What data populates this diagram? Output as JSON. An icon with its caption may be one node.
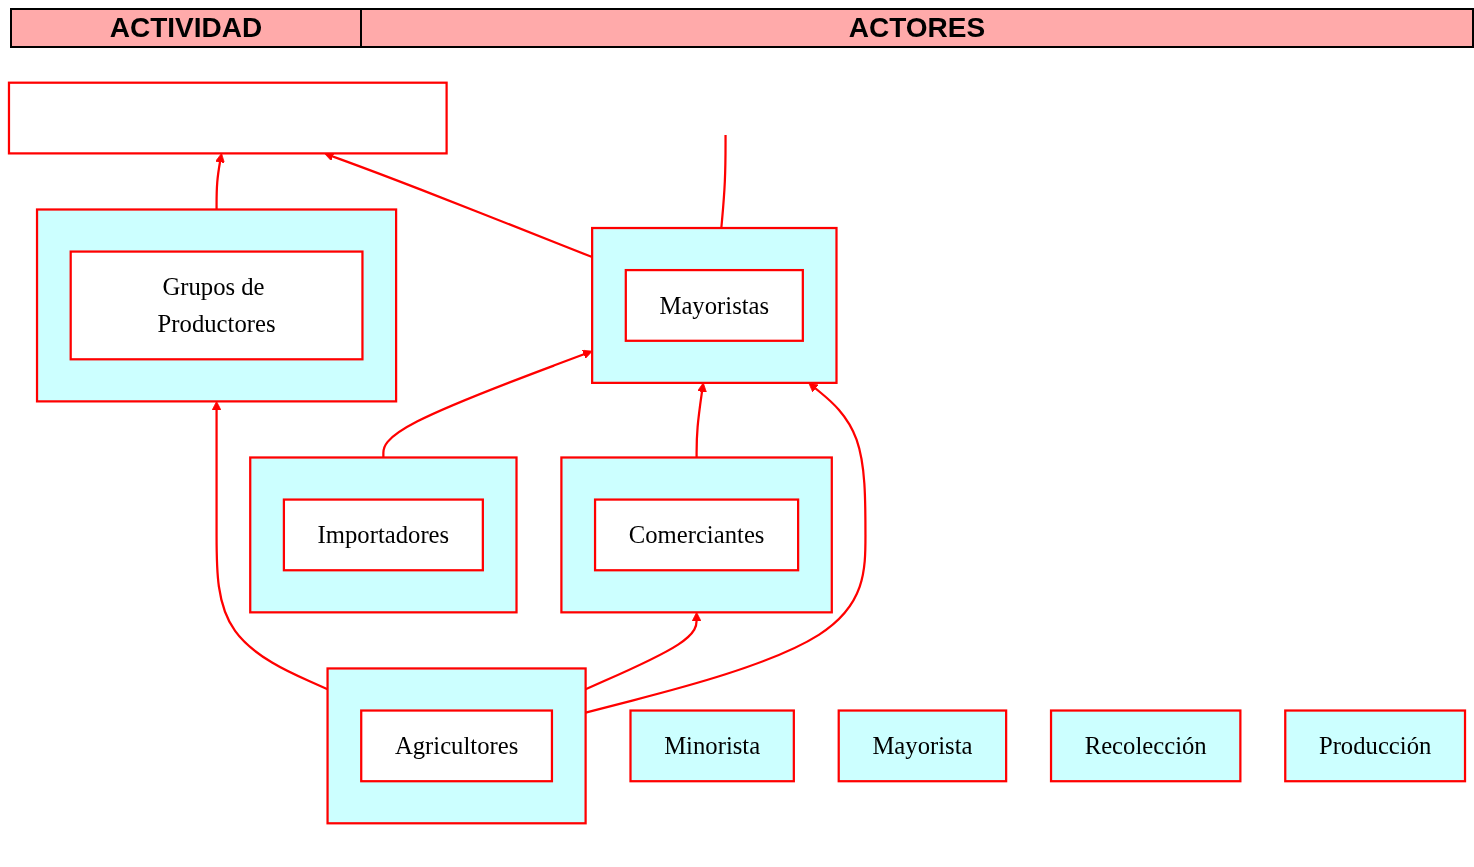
{
  "diagram": {
    "labels": [
      "ACTIVIDAD",
      "ACTORES"
    ],
    "nodes": [
      {
        "text": [
          "Minorista"
        ]
      },
      {
        "text": [
          "Mayorista"
        ]
      },
      {
        "text": [
          "Recolección"
        ]
      },
      {
        "text": [
          "Producción"
        ]
      },
      {
        "text": [],
        "shape": "box"
      },
      {
        "text": [],
        "shape": "box"
      },
      {
        "text": [
          "Grupos de Productores"
        ],
        "in": 5
      },
      {
        "text": [],
        "shape": "box"
      },
      {
        "text": [
          "Mayoristas"
        ],
        "in": 7
      },
      {
        "text": [],
        "shape": "box"
      },
      {
        "text": [
          "Importadores"
        ],
        "in": 9
      },
      {
        "text": [],
        "shape": "box"
      },
      {
        "text": [
          "Comerciantes"
        ],
        "in": 11
      },
      {
        "text": [],
        "shape": "box"
      },
      {
        "text": [
          "Agricultores"
        ],
        "in": 13
      }
    ],
    "edges": [
      {
        "from": 5,
        "to": 4,
        "arrow": "to"
      },
      {
        "from": 7,
        "to": 4,
        "arrow": "to"
      },
      {
        "from": 9,
        "to": 7,
        "arrow": "to"
      },
      {
        "from": 11,
        "to": 7,
        "arrow": "to"
      },
      {
        "from": 13,
        "to": 11,
        "arrow": "to"
      },
      {
        "from": 13,
        "to": 5,
        "arrow": "to"
      },
      {
        "from": 13,
        "to": 7,
        "arrow": "to"
      },
      {
        "from": 7,
        "to": null,
        "arrow": "none"
      }
    ]
  }
}
